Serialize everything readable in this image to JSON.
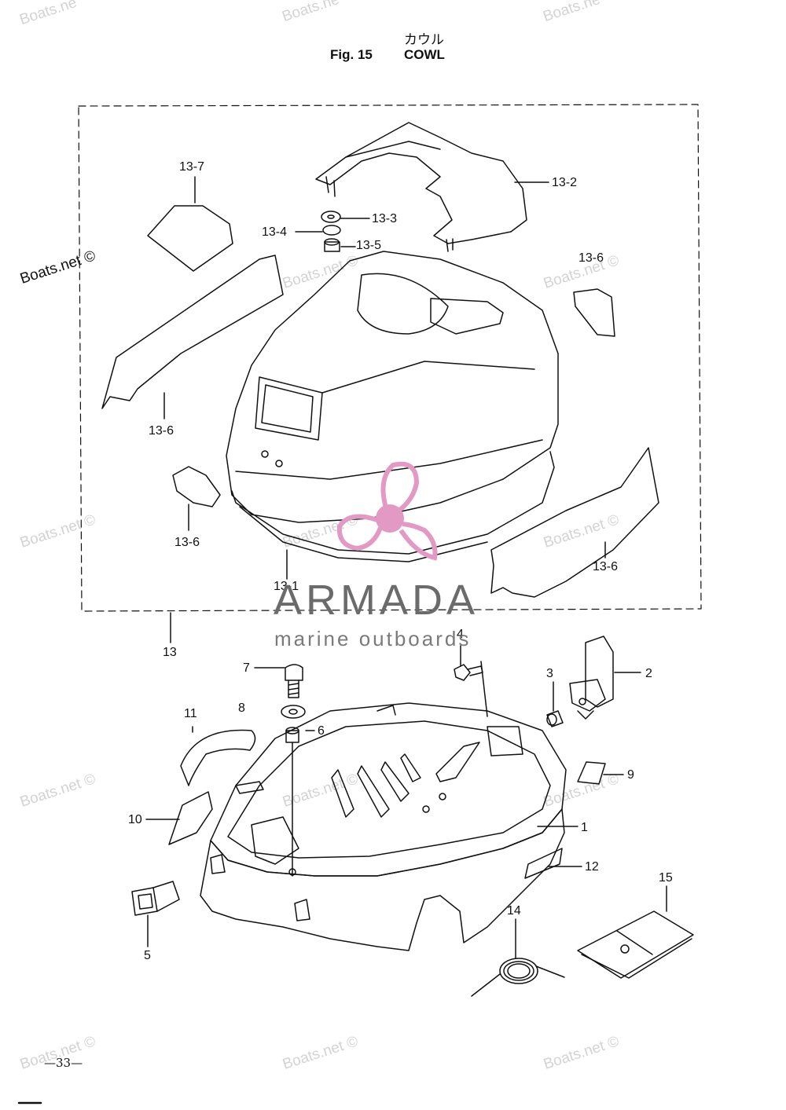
{
  "header": {
    "title_jp": "カウル",
    "fig_label": "Fig. 15",
    "title_en": "COWL"
  },
  "labels": {
    "l13_7": "13-7",
    "l13_2": "13-2",
    "l13_3": "13-3",
    "l13_4": "13-4",
    "l13_5": "13-5",
    "l13_6a": "13-6",
    "l13_6b": "13-6",
    "l13_6c": "13-6",
    "l13_6d": "13-6",
    "l13_1": "13-1",
    "l13": "13",
    "l1": "1",
    "l2": "2",
    "l3": "3",
    "l4": "4",
    "l5": "5",
    "l6": "6",
    "l7": "7",
    "l8": "8",
    "l9": "9",
    "l10": "10",
    "l11": "11",
    "l12": "12",
    "l14": "14",
    "l15": "15"
  },
  "watermark": {
    "text": "Boats.net ©",
    "partial": "Boats.ne"
  },
  "brand": {
    "name": "ARMADA",
    "tagline": "marine outboards",
    "color_pink": "#e29ac4",
    "color_gray": "#6b6b6b"
  },
  "footer": {
    "page": "—33—"
  }
}
